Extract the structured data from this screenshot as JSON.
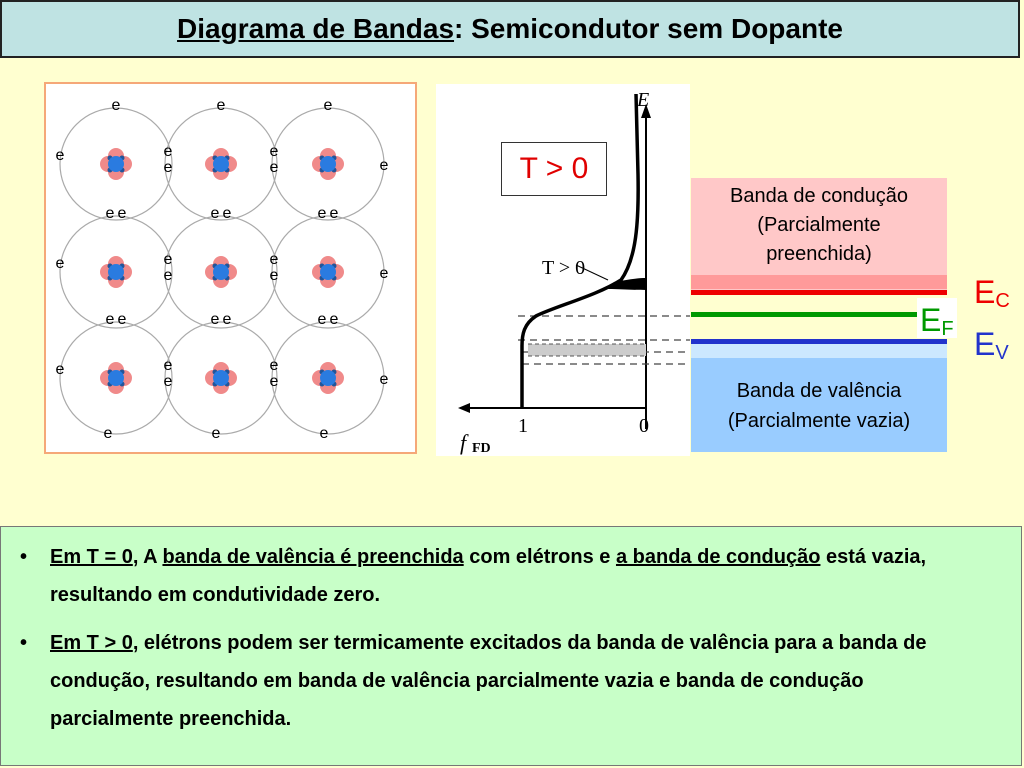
{
  "title": {
    "underlined": "Diagrama de Bandas",
    "rest": ": Semicondutor sem Dopante"
  },
  "lattice": {
    "electron_symbol": "e"
  },
  "plot": {
    "y_axis_label": "E",
    "x_axis_label_f": "f",
    "x_axis_label_sub": "FD",
    "tick_1": "1",
    "tick_0": "0",
    "curve_label": "T > 0"
  },
  "temp_box": "T > 0",
  "conduction_band": {
    "line1": "Banda de condução",
    "line2": "(Parcialmente",
    "line3": "preenchida)"
  },
  "valence_band": {
    "line1": "Banda de valência",
    "line2": "(Parcialmente vazia)"
  },
  "levels": {
    "ec_main": "E",
    "ec_sub": "C",
    "ef_main": "E",
    "ef_sub": "F",
    "ev_main": "E",
    "ev_sub": "V"
  },
  "colors": {
    "ec": "#ee0000",
    "ef": "#009900",
    "ev": "#2233cc",
    "conduction_band": "#ffc8c8",
    "valence_band": "#99ccff"
  },
  "bullets": [
    {
      "dot": "•",
      "seg1": "Em T = 0",
      "seg2": ", A ",
      "seg3": "banda de valência é preenchida",
      "seg4": " com elétrons e ",
      "seg5": "a banda de condução",
      "seg6": " está vazia, resultando em condutividade zero."
    },
    {
      "dot": "•",
      "seg1": "Em T > 0",
      "seg2": ", elétrons podem ser termicamente excitados da banda de valência para a banda de condução, resultando em banda de valência parcialmente vazia e banda  de condução parcialmente preenchida."
    }
  ]
}
